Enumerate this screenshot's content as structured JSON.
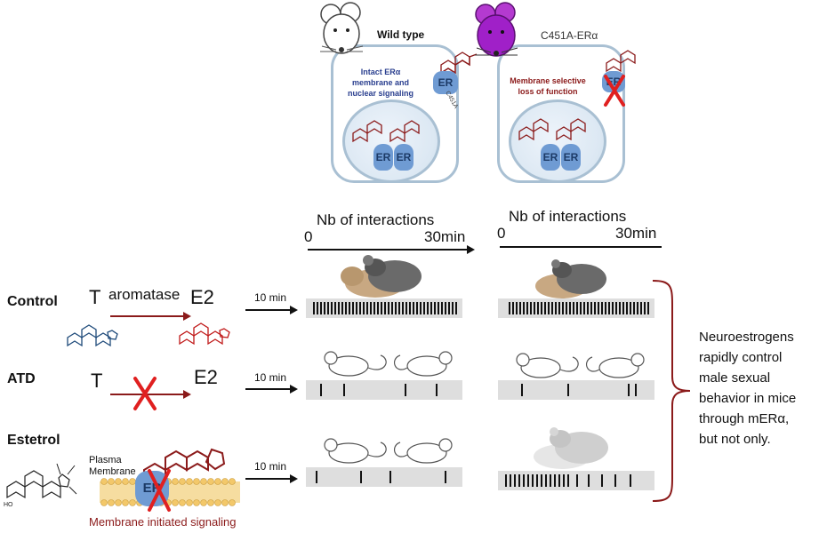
{
  "top": {
    "wild_type": {
      "title": "Wild type",
      "desc_lines": [
        "Intact ERα",
        "membrane and",
        "nuclear signaling"
      ],
      "er": "ER",
      "er_nucleus": [
        "ER",
        "ER"
      ]
    },
    "mutant": {
      "title": "C451A-ERα",
      "desc_lines": [
        "Membrane selective",
        "loss of function"
      ],
      "er": "ER",
      "er_nucleus": [
        "ER",
        "ER"
      ]
    },
    "mutation_label": "C451A"
  },
  "timelines": [
    {
      "title": "Nb of interactions",
      "start": "0",
      "end": "30min"
    },
    {
      "title": "Nb of interactions",
      "start": "0",
      "end": "30min"
    }
  ],
  "rows": [
    {
      "label": "Control",
      "from": "T",
      "enzyme": "aromatase",
      "to": "E2",
      "delay": "10 min"
    },
    {
      "label": "ATD",
      "from": "T",
      "enzyme": "",
      "to": "E2",
      "delay": "10 min"
    },
    {
      "label": "Estetrol",
      "membrane": [
        "Plasma",
        "Membrane"
      ],
      "er": "ER",
      "caption": "Membrane initiated signaling",
      "delay": "10 min"
    }
  ],
  "interaction_ticks": [
    {
      "wt": [
        2,
        6,
        10,
        14,
        18,
        22,
        26,
        30,
        34,
        38,
        42,
        46,
        50,
        54,
        58,
        62,
        66,
        70,
        74,
        78,
        82,
        86,
        90,
        94,
        98,
        102,
        106,
        110,
        114,
        118,
        122,
        126,
        130,
        134,
        138,
        142,
        146,
        150,
        154,
        158,
        162
      ],
      "mut": [
        6,
        10,
        14,
        18,
        22,
        26,
        30,
        34,
        38,
        42,
        46,
        50,
        54,
        58,
        62,
        66,
        70,
        74,
        78,
        82,
        86,
        90,
        94,
        98,
        102,
        106,
        110,
        114,
        118,
        122,
        126,
        130,
        134,
        138,
        142,
        146,
        150,
        154,
        158,
        162
      ]
    },
    {
      "wt": [
        10,
        36,
        105,
        140
      ],
      "mut": [
        20,
        72,
        140,
        148
      ]
    },
    {
      "wt": [
        5,
        55,
        88,
        150
      ],
      "mut": [
        2,
        7,
        12,
        17,
        22,
        27,
        32,
        37,
        42,
        47,
        52,
        57,
        62,
        67,
        72,
        82,
        95,
        110,
        125,
        142
      ]
    }
  ],
  "conclusion": [
    "Neuroestrogens",
    "rapidly control",
    "male sexual",
    "behavior in mice",
    "through mERα,",
    "but not only."
  ],
  "colors": {
    "accent_red": "#8b1a1a",
    "cross_red": "#e02020",
    "mutant_purple": "#a020c8",
    "er_blue": "#6f9bd3",
    "cell_border": "#a9c0d3",
    "membrane_yellow": "#f3c86a"
  },
  "icons": [
    "mouse-icon-white",
    "mouse-icon-purple",
    "steroid-icon",
    "mice-pair-icon",
    "cross-icon",
    "bracket-icon"
  ]
}
